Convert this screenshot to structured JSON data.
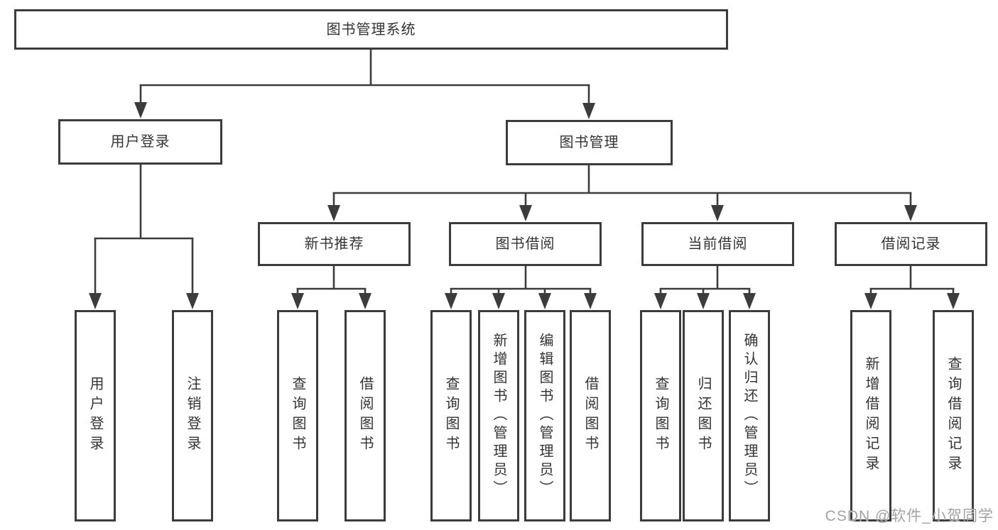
{
  "diagram": {
    "title": "图书管理系统",
    "watermark": "CSDN @软件_小贺同学",
    "colors": {
      "line": "#3c3c3c",
      "border": "#3c3c3c",
      "text": "#333333",
      "background": "#ffffff",
      "watermark": "#a3a3a3"
    },
    "nodes": {
      "root": {
        "label": "图书管理系统"
      },
      "user_login": {
        "label": "用户登录"
      },
      "book_mgmt": {
        "label": "图书管理"
      },
      "new_book_rec": {
        "label": "新书推荐"
      },
      "book_borrow": {
        "label": "图书借阅"
      },
      "current_borrow": {
        "label": "当前借阅"
      },
      "borrow_record": {
        "label": "借阅记录"
      },
      "login_leaf": {
        "label": "用户登录"
      },
      "logout_leaf": {
        "label": "注销登录"
      },
      "rec_query_books": {
        "label": "查询图书"
      },
      "rec_borrow_books": {
        "label": "借阅图书"
      },
      "bb_query_books": {
        "label": "查询图书"
      },
      "bb_add_books": {
        "label": "新增图书（管理员）"
      },
      "bb_edit_books": {
        "label": "编辑图书（管理员）"
      },
      "bb_borrow_books": {
        "label": "借阅图书"
      },
      "cb_query_books": {
        "label": "查询图书"
      },
      "cb_return_books": {
        "label": "归还图书"
      },
      "cb_confirm_return": {
        "label": "确认归还（管理员）"
      },
      "br_add_record": {
        "label": "新增借阅记录"
      },
      "br_query_record": {
        "label": "查询借阅记录"
      }
    }
  }
}
